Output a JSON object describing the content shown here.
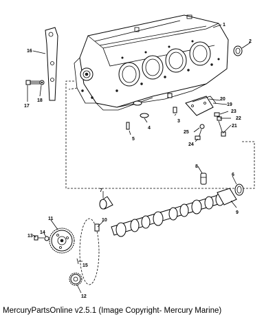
{
  "labels": {
    "l1": "1",
    "l2": "2",
    "l3": "3",
    "l4": "4",
    "l5": "5",
    "l6": "6",
    "l7": "7",
    "l8": "8",
    "l9": "9",
    "l10": "10",
    "l11": "11",
    "l12": "12",
    "l13": "13",
    "l14": "14",
    "l15": "15",
    "l16": "16",
    "l17": "17",
    "l18": "18",
    "l19": "19",
    "l20": "20",
    "l21": "21",
    "l22": "22",
    "l23": "23",
    "l24": "24",
    "l25": "25"
  },
  "caption": "MercuryPartsOnline v2.5.1 (Image Copyright- Mercury Marine)"
}
